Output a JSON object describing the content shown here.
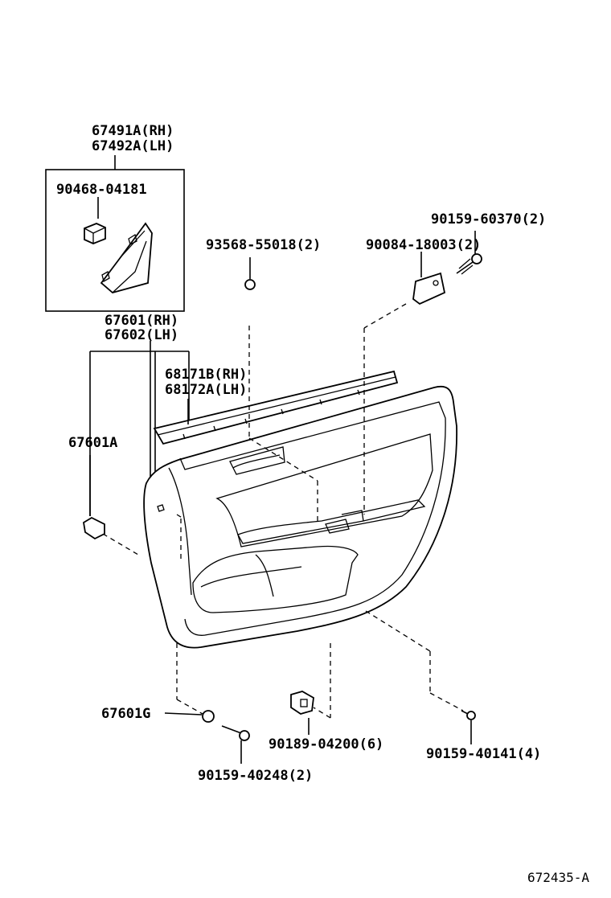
{
  "diagram": {
    "labels": {
      "l_67491A": "67491A(RH)",
      "l_67492A": "67492A(LH)",
      "l_90468": "90468-04181",
      "l_90159_60370": "90159-60370(2)",
      "l_93568": "93568-55018(2)",
      "l_90084": "90084-18003(2)",
      "l_67601": "67601(RH)",
      "l_67602": "67602(LH)",
      "l_68171B": "68171B(RH)",
      "l_68172A": "68172A(LH)",
      "l_67601A": "67601A",
      "l_67601G": "67601G",
      "l_90189": "90189-04200(6)",
      "l_90159_40141": "90159-40141(4)",
      "l_90159_40248": "90159-40248(2)"
    },
    "figure_code": "672435-A"
  }
}
